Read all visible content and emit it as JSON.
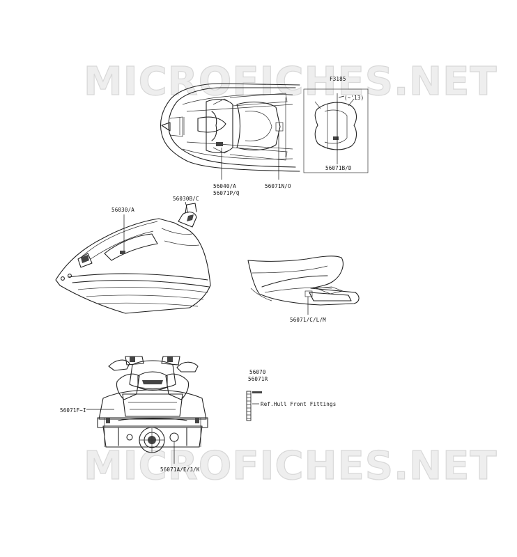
{
  "watermark": "MICROFICHES.NET",
  "diagram_code": "F3185",
  "inset_note": "(~'13)",
  "parts": {
    "p56071BD": "56071B/D",
    "p56040A": "56040/A",
    "p56071PQ": "56071P/Q",
    "p56071NO": "56071N/O",
    "p56030A": "56030/A",
    "p56030BC": "56030B/C",
    "p56071CLM": "56071/C/L/M",
    "p56071FI": "56071F~I",
    "p56071AEJK": "56071A/E/J/K",
    "p56070": "56070",
    "p56071R": "56071R"
  },
  "reference_note": "Ref.Hull Front Fittings"
}
